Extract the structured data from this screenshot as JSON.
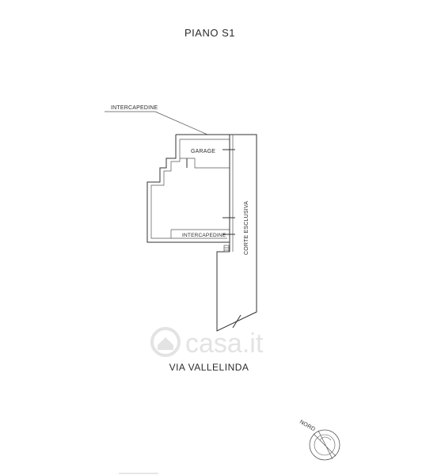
{
  "floor_label": "PIANO S1",
  "street_label": "VIA VALLELINDA",
  "rooms": {
    "garage": "GARAGE",
    "intercapedine_top": "INTERCAPEDINE",
    "intercapedine_bottom": "INTERCAPEDINE",
    "corte": "CORTE ESCLUSIVA"
  },
  "compass_label": "NORD",
  "watermark": "casa.it",
  "colors": {
    "line": "#333333",
    "watermark": "#e3e3e3"
  }
}
